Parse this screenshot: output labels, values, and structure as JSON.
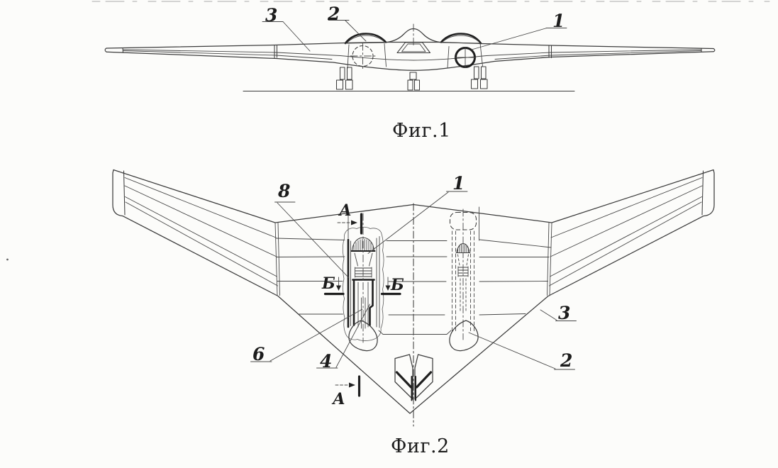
{
  "colors": {
    "background": "#fcfcfa",
    "line": "#3c3c3c",
    "bold_line": "#1f1f1f",
    "text": "#1c1c1c"
  },
  "fig1": {
    "caption": "Фиг.1",
    "callouts": {
      "c3": "3",
      "c2": "2",
      "c1": "1"
    }
  },
  "fig2": {
    "caption": "Фиг.2",
    "callouts": {
      "c8": "8",
      "c1": "1",
      "c6": "6",
      "c4": "4",
      "c3": "3",
      "c2": "2"
    },
    "sections": {
      "a": "А",
      "b": "Б"
    }
  }
}
